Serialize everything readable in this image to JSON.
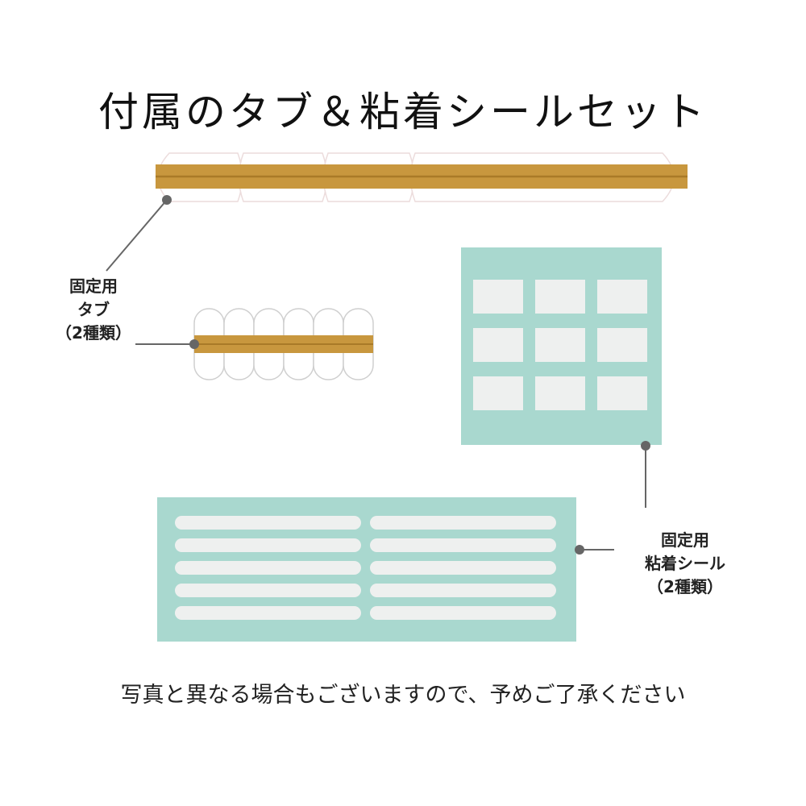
{
  "title": "付属のタブ＆粘着シールセット",
  "tab_label": {
    "line1": "固定用",
    "line2": "タブ",
    "line3": "（2種類）"
  },
  "sticker_label": {
    "line1": "固定用",
    "line2": "粘着シール",
    "line3": "（2種類）"
  },
  "footer_note": "写真と異なる場合もございますので、予めご了承ください",
  "colors": {
    "tab_strip": "#c8973e",
    "tab_strip_dark": "#a97a28",
    "sheet": "#a9d8cf",
    "sticker_piece": "#eef0ef",
    "tab_outline": "#e6d6d6",
    "leader": "#666666"
  }
}
